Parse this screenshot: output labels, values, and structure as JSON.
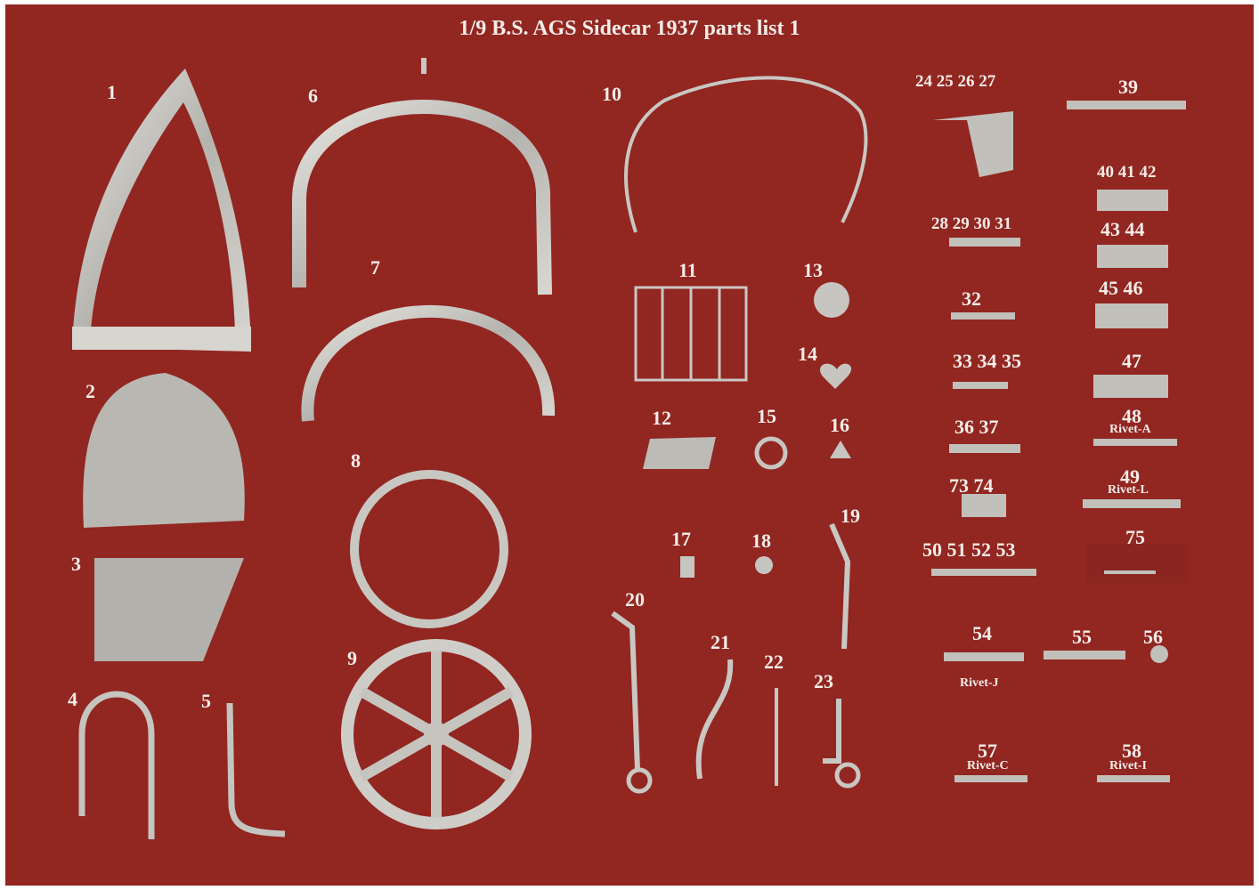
{
  "title": "1/9 B.S. AGS Sidecar 1937  parts list 1",
  "colors": {
    "background": "#922621",
    "metal": "#c9c7c2",
    "text": "#f4ede8"
  },
  "labels": {
    "p1": "1",
    "p2": "2",
    "p3": "3",
    "p4": "4",
    "p5": "5",
    "p6": "6",
    "p7": "7",
    "p8": "8",
    "p9": "9",
    "p10": "10",
    "p11": "11",
    "p12": "12",
    "p13": "13",
    "p14": "14",
    "p15": "15",
    "p16": "16",
    "p17": "17",
    "p18": "18",
    "p19": "19",
    "p20": "20",
    "p21": "21",
    "p22": "22",
    "p23": "23",
    "p24_27": "24  25  26  27",
    "p28_31": "28  29  30  31",
    "p32": "32",
    "p33_35": "33  34  35",
    "p36_37": "36  37",
    "p73_74": "73  74",
    "p50_53": "50  51  52  53",
    "p39": "39",
    "p40_42": "40  41  42",
    "p43_44": "43  44",
    "p45_46": "45  46",
    "p47": "47",
    "p48": "48",
    "p49": "49",
    "p75": "75",
    "p54": "54",
    "p55": "55",
    "p56": "56",
    "p57": "57",
    "p58": "58"
  },
  "rivets": {
    "r48": "Rivet-A",
    "r49": "Rivet-L",
    "r54": "Rivet-J",
    "r57": "Rivet-C",
    "r58": "Rivet-I"
  }
}
